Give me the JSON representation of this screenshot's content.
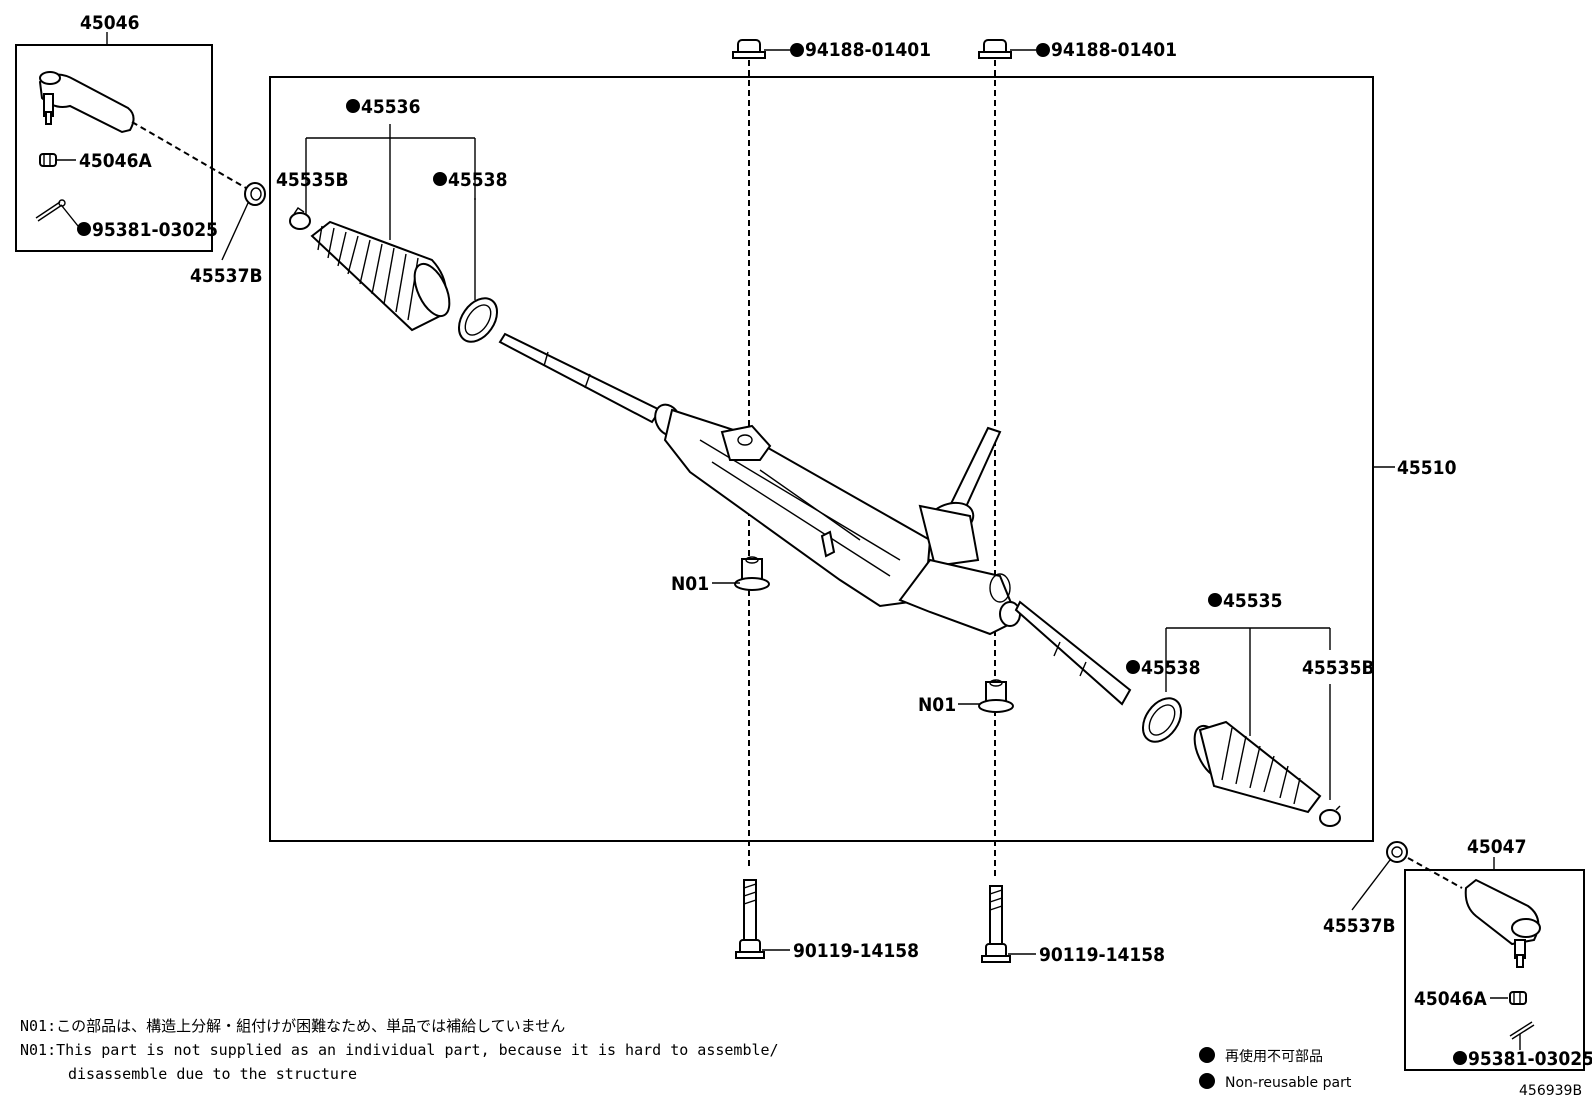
{
  "labels": {
    "tie_rod_end_lh": "45046",
    "tie_rod_nut_lh": "45046A",
    "cotter_pin_lh": "95381-03025",
    "cap_lh": "45537B",
    "boot_lh": "45536",
    "clamp_small_lh": "45535B",
    "clamp_large_lh": "45538",
    "nut_left": "94188-01401",
    "nut_right": "94188-01401",
    "gear_assembly": "45510",
    "bushing_left": "N01",
    "bushing_right": "N01",
    "boot_rh": "45535",
    "clamp_large_rh": "45538",
    "clamp_small_rh": "45535B",
    "cap_rh": "45537B",
    "tie_rod_end_rh": "45047",
    "tie_rod_nut_rh": "45046A",
    "cotter_pin_rh": "95381-03025",
    "bolt_left": "90119-14158",
    "bolt_right": "90119-14158"
  },
  "notes": {
    "jp": "N01:この部品は、構造上分解・組付けが困難なため、単品では補給していません",
    "en_line1": "N01:This part is not supplied as an individual part, because it is hard to assemble/",
    "en_line2": "disassemble due to the structure"
  },
  "legend": {
    "jp": "再使用不可部品",
    "en": "Non-reusable part"
  },
  "figure_id": "456939B"
}
